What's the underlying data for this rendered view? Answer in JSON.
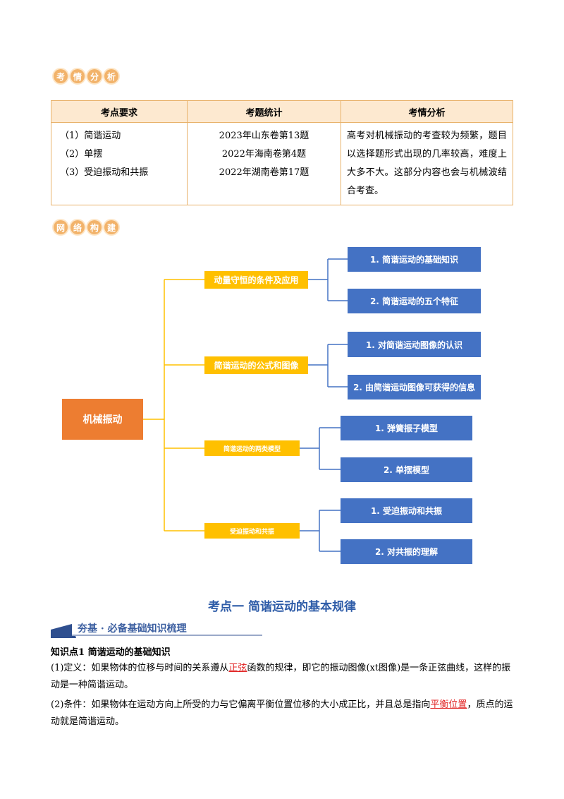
{
  "badges": {
    "analysis": [
      "考",
      "情",
      "分",
      "析"
    ],
    "network": [
      "网",
      "络",
      "构",
      "建"
    ]
  },
  "table": {
    "headers": [
      "考点要求",
      "考题统计",
      "考情分析"
    ],
    "requirements": [
      "（1）简谐运动",
      "（2）单摆",
      "（3）受迫振动和共振"
    ],
    "stats": [
      "2023年山东卷第13题",
      "2022年海南卷第4题",
      "2022年湖南卷第17题"
    ],
    "analysis": "高考对机械振动的考查较为频繁，题目以选择题形式出现的几率较高，难度上大多不大。这部分内容也会与机械波结合考查。"
  },
  "mindmap": {
    "root": "机械振动",
    "branches": [
      {
        "label": "动量守恒的条件及应用",
        "leaves": [
          "1. 简谐运动的基础知识",
          "2. 简谐运动的五个特征"
        ]
      },
      {
        "label": "简谐运动的公式和图像",
        "leaves": [
          "1. 对简谐运动图像的认识",
          "2. 由简谐运动图像可获得的信息"
        ]
      },
      {
        "label": "简谐运动的两类模型",
        "leaves": [
          "1. 弹簧振子模型",
          "2. 单摆模型"
        ]
      },
      {
        "label": "受迫振动和共振",
        "leaves": [
          "1. 受迫振动和共振",
          "2. 对共振的理解"
        ]
      }
    ]
  },
  "section": {
    "title": "考点一  简谐运动的基本规律",
    "banner": "夯基 · 必备基础知识梳理",
    "kp_title": "知识点1  简谐运动的基础知识",
    "p1_before": "(1)定义：如果物体的位移与时间的关系遵从",
    "p1_hl": "正弦",
    "p1_after": "函数的规律，即它的振动图像(xt图像)是一条正弦曲线，这样的振动是一种简谐运动。",
    "p2_before": "(2)条件：如果物体在运动方向上所受的力与它偏离平衡位置位移的大小成正比，并且总是指向",
    "p2_hl": "平衡位置",
    "p2_after": "，质点的运动就是简谐运动。"
  },
  "colors": {
    "root": "#ed7d31",
    "mid": "#ffc000",
    "leaf": "#4472c4",
    "title": "#2e5ca8",
    "highlight": "#e02020"
  }
}
